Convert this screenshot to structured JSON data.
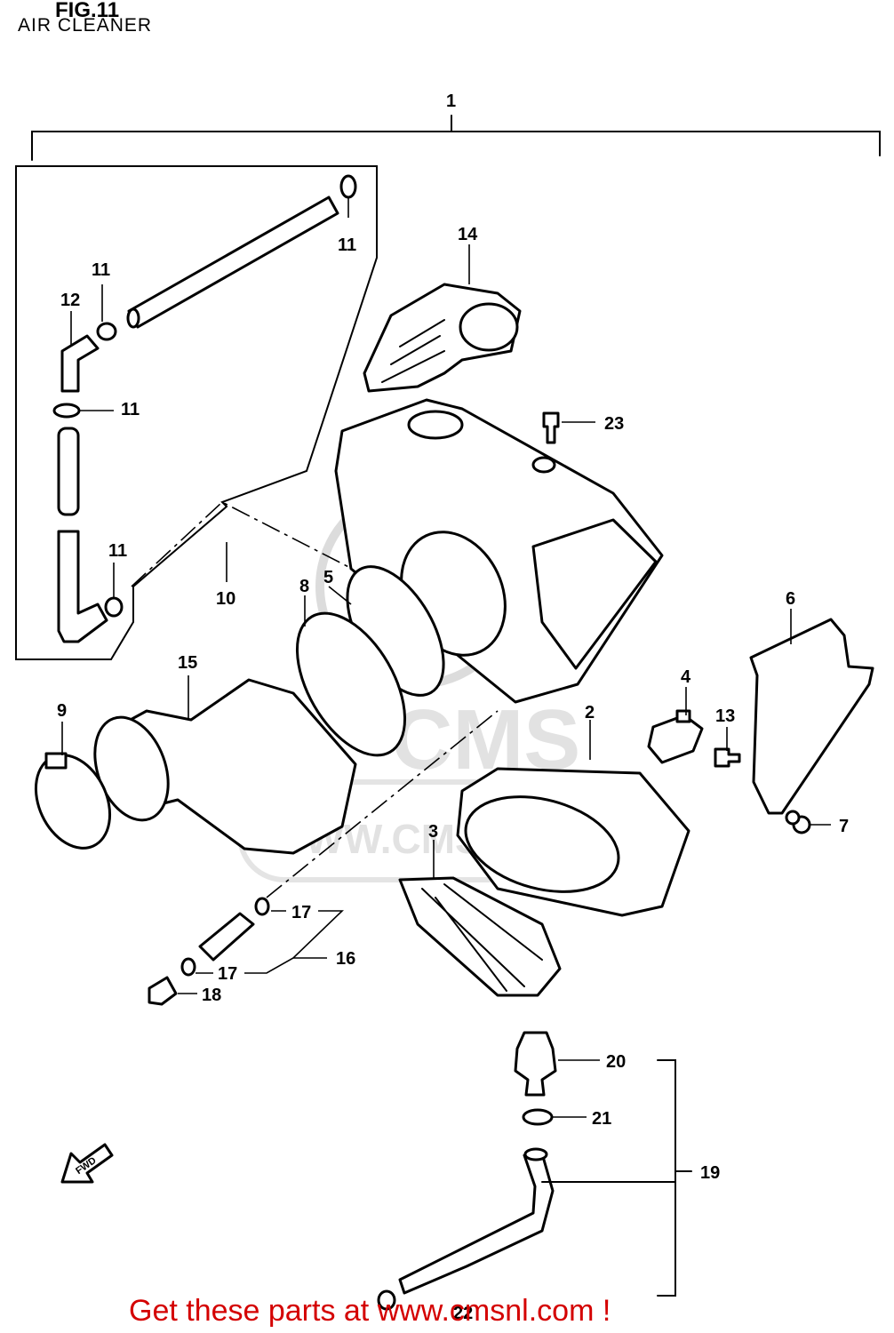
{
  "figure": {
    "title": "FIG.11",
    "subtitle": "AIR CLEANER"
  },
  "callouts": {
    "c1": "1",
    "c2": "2",
    "c3": "3",
    "c4": "4",
    "c5": "5",
    "c6": "6",
    "c7": "7",
    "c8": "8",
    "c9": "9",
    "c10": "10",
    "c11a": "11",
    "c11b": "11",
    "c11c": "11",
    "c11d": "11",
    "c12": "12",
    "c13": "13",
    "c14": "14",
    "c15": "15",
    "c16": "16",
    "c17a": "17",
    "c17b": "17",
    "c18": "18",
    "c19": "19",
    "c20": "20",
    "c21": "21",
    "c22": "22",
    "c23": "23"
  },
  "fwd_arrow": "FWD",
  "watermark": {
    "brand": "CMS",
    "url": "WWW.CMSNL.COM"
  },
  "footer": {
    "text": "Get these parts at www.cmsnl.com !",
    "color": "#d40000"
  }
}
